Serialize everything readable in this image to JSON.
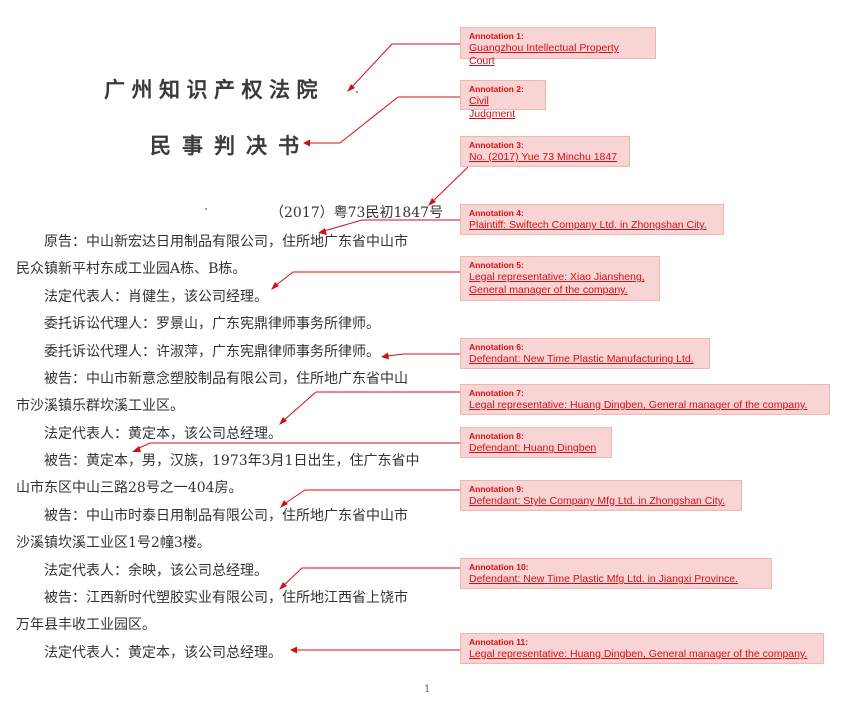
{
  "document": {
    "court_name": "广州知识产权法院",
    "doc_type": "民事判决书",
    "case_number": "（2017）粤73民初1847号",
    "lines": [
      "原告：中山新宏达日用制品有限公司，住所地广东省中山市",
      "民众镇新平村东成工业园A栋、B栋。",
      "法定代表人：肖健生，该公司经理。",
      "委托诉讼代理人：罗景山，广东宪鼎律师事务所律师。",
      "委托诉讼代理人：许淑萍，广东宪鼎律师事务所律师。",
      "被告：中山市新意念塑胶制品有限公司，住所地广东省中山",
      "市沙溪镇乐群坎溪工业区。",
      "法定代表人：黄定本，该公司总经理。",
      "被告：黄定本，男，汉族，1973年3月1日出生，住广东省中",
      "山市东区中山三路28号之一404房。",
      "被告：中山市时泰日用制品有限公司，住所地广东省中山市",
      "沙溪镇坎溪工业区1号2幢3楼。",
      "法定代表人：余映，该公司总经理。",
      "被告：江西新时代塑胶实业有限公司，住所地江西省上饶市",
      "万年县丰收工业园区。",
      "法定代表人：黄定本，该公司总经理。"
    ],
    "page_number": "1"
  },
  "annotations": [
    {
      "label": "Annotation 1:",
      "text": "Guangzhou Intellectual Property Court"
    },
    {
      "label": "Annotation 2:",
      "text": "Civil Judgment"
    },
    {
      "label": "Annotation 3:",
      "text": "No. (2017) Yue 73 Minchu 1847"
    },
    {
      "label": "Annotation 4:",
      "text": "Plaintiff: Swiftech Company Ltd. in Zhongshan City."
    },
    {
      "label": "Annotation 5:",
      "text": "Legal representative: Xiao Jiansheng, General manager of the company."
    },
    {
      "label": "Annotation 6:",
      "text": "Defendant: New Time Plastic Manufacturing Ltd."
    },
    {
      "label": "Annotation 7:",
      "text": "Legal representative: Huang Dingben, General manager of the company."
    },
    {
      "label": "Annotation 8:",
      "text": "Defendant: Huang Dingben"
    },
    {
      "label": "Annotation 9:",
      "text": "Defendant: Style Company Mfg Ltd. in Zhongshan City."
    },
    {
      "label": "Annotation 10:",
      "text": "Defendant: New Time Plastic Mfg Ltd. in Jiangxi Province."
    },
    {
      "label": "Annotation 11:",
      "text": "Legal representative: Huang Dingben, General manager of the company."
    }
  ],
  "colors": {
    "annotation_fill": "#f9d4d4",
    "annotation_text": "#d40f14",
    "body_text": "#333333"
  }
}
